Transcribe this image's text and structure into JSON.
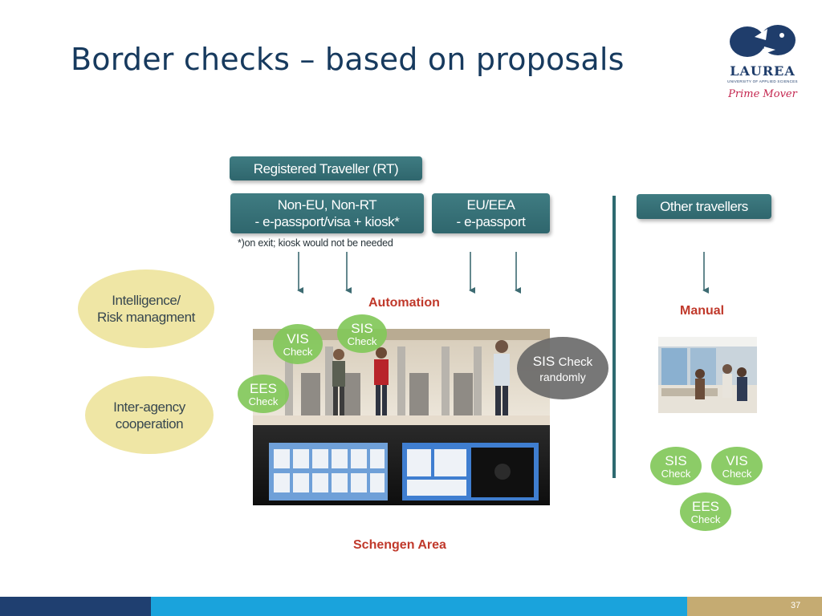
{
  "slide": {
    "title": "Border checks – based on proposals",
    "page_number": "37"
  },
  "logo": {
    "name": "LAUREA",
    "subtitle": "UNIVERSITY OF APPLIED SCIENCES",
    "tagline": "Prime Mover",
    "colors": {
      "navy": "#1f3d6b",
      "magenta": "#c4264f"
    }
  },
  "diagram": {
    "registered_traveller": "Registered Traveller (RT)",
    "non_eu": {
      "line1": "Non-EU, Non-RT",
      "line2": "- e-passport/visa + kiosk*"
    },
    "eu_eea": {
      "line1": "EU/EEA",
      "line2": "- e-passport"
    },
    "other_travellers": "Other travellers",
    "footnote": "*)on exit;  kiosk would not be needed",
    "automation_label": "Automation",
    "manual_label": "Manual",
    "schengen_label": "Schengen Area",
    "intelligence": {
      "line1": "Intelligence/",
      "line2": "Risk managment"
    },
    "inter_agency": {
      "line1": "Inter-agency",
      "line2": "cooperation"
    },
    "automated_checks": {
      "vis": {
        "name": "VIS",
        "check": "Check"
      },
      "sis": {
        "name": "SIS",
        "check": "Check"
      },
      "ees": {
        "name": "EES",
        "check": "Check"
      },
      "sis_random": {
        "line1a": "SIS",
        "line1b": "Check",
        "line2": "randomly"
      }
    },
    "manual_checks": {
      "sis": {
        "name": "SIS",
        "check": "Check"
      },
      "vis": {
        "name": "VIS",
        "check": "Check"
      },
      "ees": {
        "name": "EES",
        "check": "Check"
      }
    },
    "colors": {
      "teal_box": "#2f666d",
      "yellow_oval": "#efe6a5",
      "green_bubble": "#82c85a",
      "gray_bubble": "#646464",
      "red_label": "#c0392b",
      "arrow": "#3d6b72"
    }
  },
  "footer": {
    "colors": [
      "#1f3f70",
      "#1aa3dc",
      "#c5ab72"
    ]
  }
}
